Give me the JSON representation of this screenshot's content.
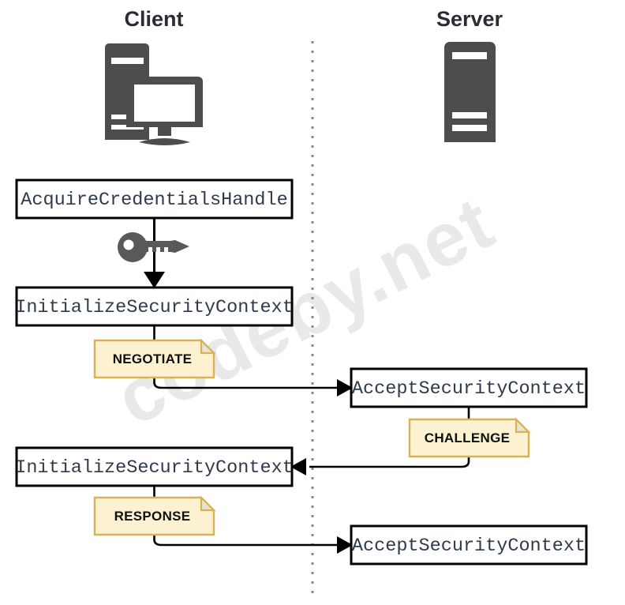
{
  "diagram": {
    "title_client": "Client",
    "title_server": "Server",
    "watermark": "codeby.net",
    "colors": {
      "note_fill": "#fcf2d2",
      "note_border": "#d8b159",
      "device_gray": "#4d4d4d",
      "key_gray": "#595959",
      "box_border": "#000000",
      "box_fill": "#ffffff",
      "mono_text": "#2f3a4a",
      "title_text": "#2b2b33",
      "divider": "#8a8a8a",
      "watermark": "#e9e9ea"
    },
    "icons": {
      "client": "desktop-computer-icon",
      "server": "server-tower-icon",
      "credential": "key-icon"
    },
    "lanes": [
      {
        "name": "client",
        "label": "Client"
      },
      {
        "name": "server",
        "label": "Server"
      }
    ],
    "steps": [
      {
        "id": "acquire-credentials-handle",
        "label": "AcquireCredentialsHandle",
        "lane": "client"
      },
      {
        "id": "initialize-security-context-1",
        "label": "InitializeSecurityContext",
        "lane": "client"
      },
      {
        "id": "accept-security-context-1",
        "label": "AcceptSecurityContext",
        "lane": "server"
      },
      {
        "id": "initialize-security-context-2",
        "label": "InitializeSecurityContext",
        "lane": "client"
      },
      {
        "id": "accept-security-context-2",
        "label": "AcceptSecurityContext",
        "lane": "server"
      }
    ],
    "messages": [
      {
        "id": "negotiate",
        "label": "NEGOTIATE",
        "from": "client",
        "to": "server"
      },
      {
        "id": "challenge",
        "label": "CHALLENGE",
        "from": "server",
        "to": "client"
      },
      {
        "id": "response",
        "label": "RESPONSE",
        "from": "client",
        "to": "server"
      }
    ]
  }
}
